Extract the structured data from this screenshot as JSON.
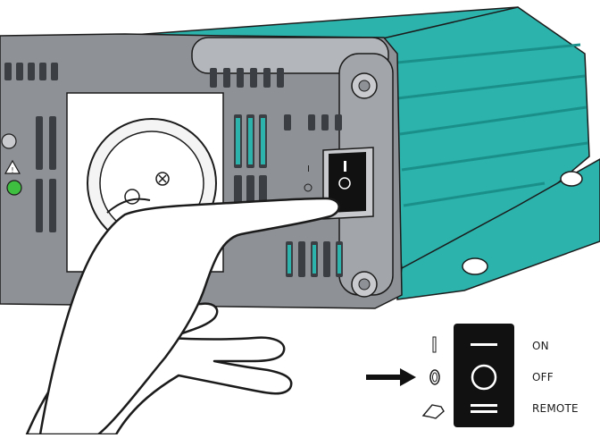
{
  "switch_legend": {
    "positions": [
      {
        "symbol": "I",
        "label": "ON"
      },
      {
        "symbol": "O",
        "label": "OFF"
      },
      {
        "symbol": "remote",
        "label": "REMOTE"
      }
    ],
    "indicated_position": "OFF"
  },
  "colors": {
    "housing_teal": "#2bb3ac",
    "housing_teal_dark": "#1a8f8a",
    "frame_gray": "#8e9196",
    "frame_gray_light": "#b3b6ba",
    "vent_dark": "#3b3e42",
    "led_green": "#3fbf3f",
    "switch_black": "#111111"
  },
  "icons": {
    "pointer": "right-arrow-icon",
    "hand": "pointing-hand-icon",
    "remote": "remote-plug-icon"
  }
}
